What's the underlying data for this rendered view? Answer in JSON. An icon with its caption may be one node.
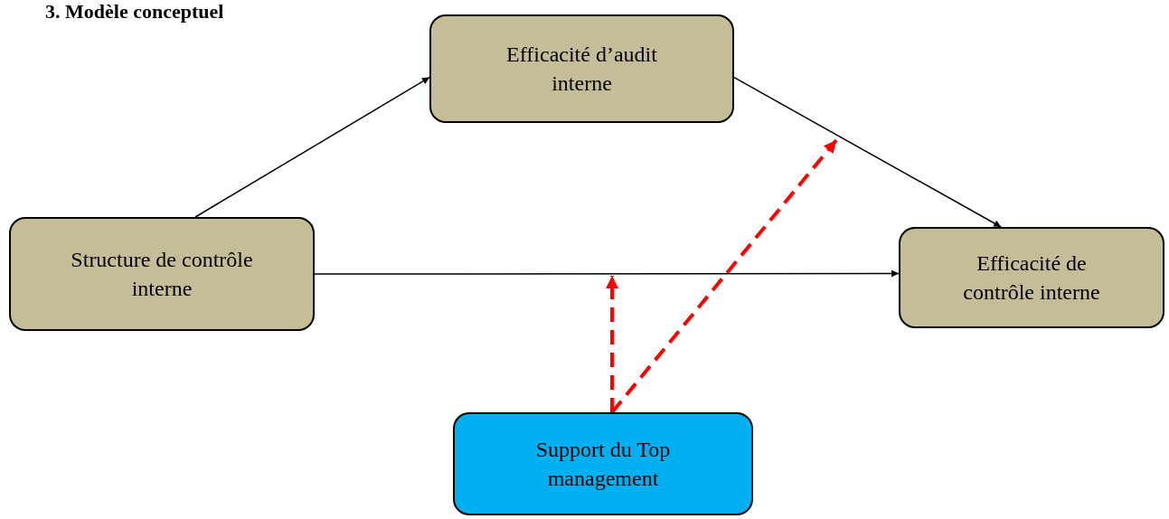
{
  "diagram": {
    "title": "3. Modèle conceptuel",
    "nodes": [
      {
        "text": [
          "Efficacité d’audit interne"
        ]
      },
      {
        "text": [
          "Structure de contrôle interne"
        ]
      },
      {
        "text": [
          "Efficacité de contrôle interne"
        ]
      },
      {
        "text": [
          "Support du Top management"
        ]
      }
    ],
    "edges": [
      {
        "from": 1,
        "to": 0,
        "arrow": "to"
      },
      {
        "from": 0,
        "to": 2,
        "arrow": "to"
      },
      {
        "from": 1,
        "to": 2,
        "arrow": "to"
      },
      {
        "from": 3,
        "to": null,
        "arrow": "to",
        "style": "dashed",
        "color": "#ff0000"
      },
      {
        "from": 3,
        "to": null,
        "arrow": "to",
        "style": "dashed",
        "color": "#ff0000"
      }
    ]
  }
}
